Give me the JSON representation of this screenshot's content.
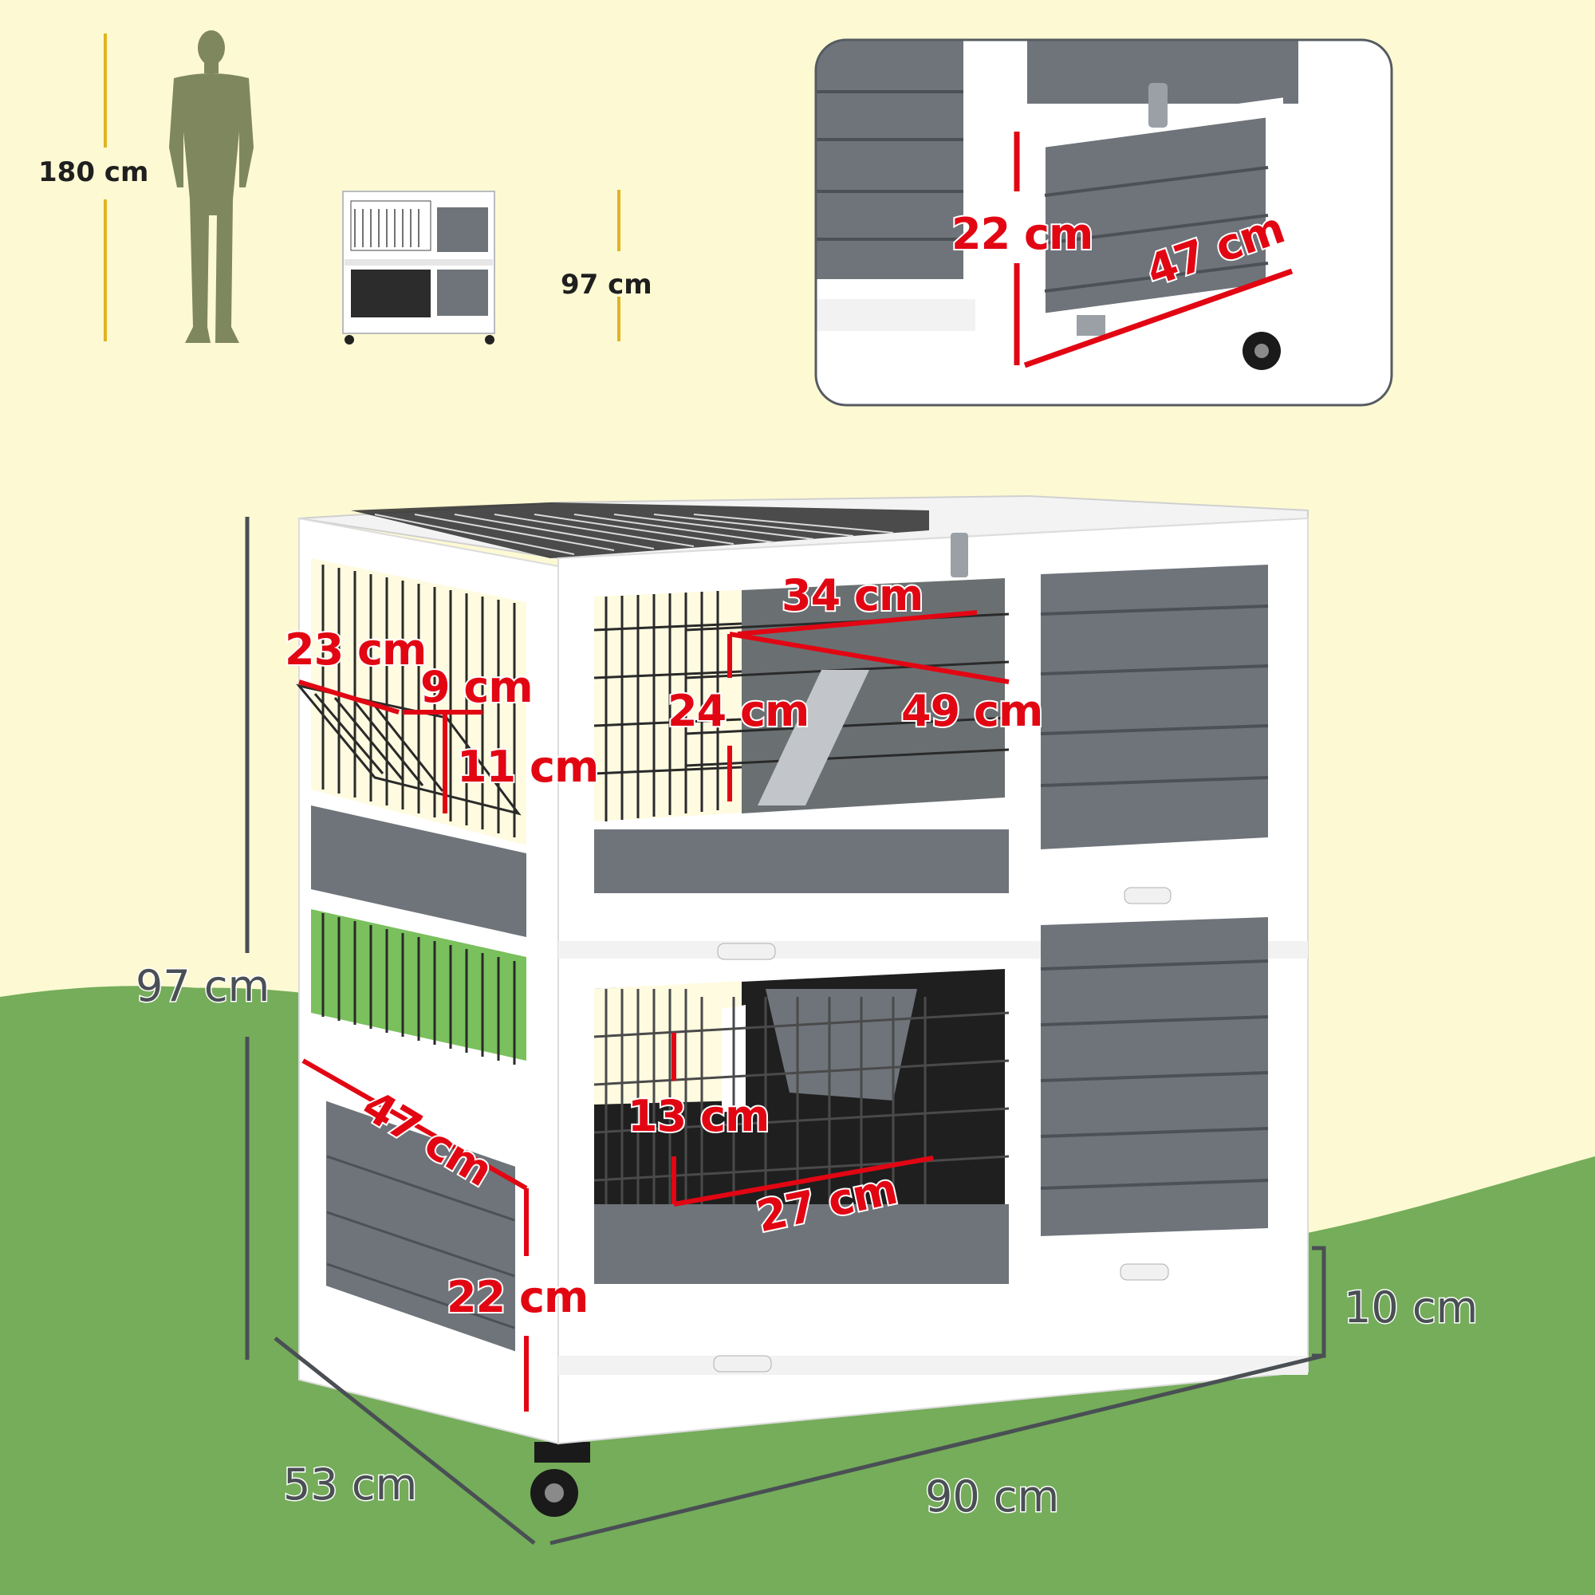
{
  "colors": {
    "background": "#fdf9d3",
    "grass": "#75ad5a",
    "wood_panel": "#6e747a",
    "frame": "#ffffff",
    "dimension_line": "#e20613",
    "person_silhouette": "#7f875e",
    "scale_bar": "#e0b323"
  },
  "scale_reference": {
    "person_height": "180 cm",
    "hutch_height": "97 cm"
  },
  "inset": {
    "door_height": "22 cm",
    "door_width": "47 cm"
  },
  "main": {
    "total_height": "97 cm",
    "depth": "53 cm",
    "width": "90 cm",
    "leg_height": "10 cm",
    "rack_width": "23 cm",
    "rack_depth": "9 cm",
    "rack_height": "11 cm",
    "upper_opening_width": "34 cm",
    "upper_opening_height": "24 cm",
    "ramp_length": "49 cm",
    "side_door_width": "47 cm",
    "side_door_height": "22 cm",
    "lower_opening_height": "13 cm",
    "lower_opening_width": "27 cm"
  }
}
